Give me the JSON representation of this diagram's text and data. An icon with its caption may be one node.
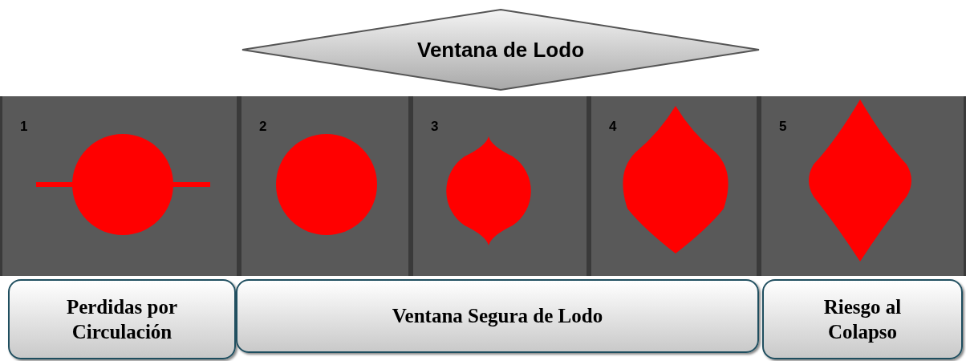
{
  "diagram": {
    "nodes": [
      {
        "text": [
          "Ventana de Lodo"
        ]
      },
      {
        "text": [
          "1"
        ]
      },
      {
        "text": [
          "2"
        ]
      },
      {
        "text": [
          "3"
        ]
      },
      {
        "text": [
          "4"
        ]
      },
      {
        "text": [
          "5"
        ]
      },
      {
        "text": [
          "Perdidas por Circulación"
        ]
      },
      {
        "text": [
          "Ventana Segura de Lodo"
        ]
      },
      {
        "text": [
          "Riesgo al Colapso"
        ]
      }
    ]
  }
}
